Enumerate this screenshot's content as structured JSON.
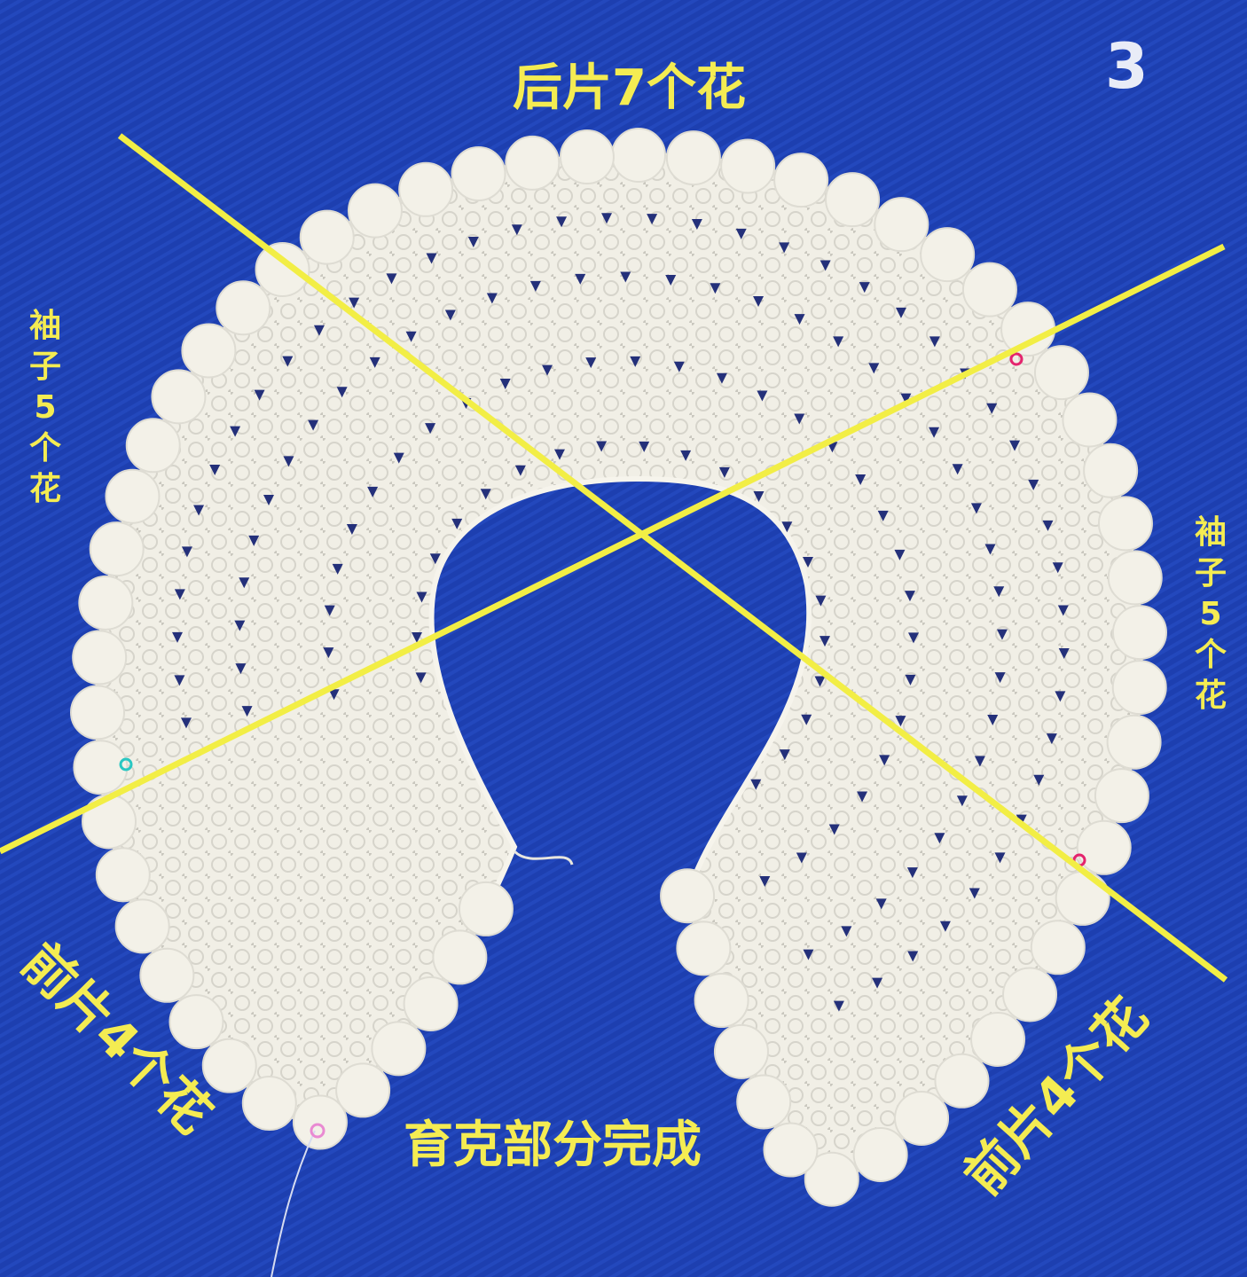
{
  "photo": {
    "page_number": "3",
    "back_piece": "后片7个花",
    "sleeve_left": [
      "袖",
      "子",
      "5",
      "个",
      "花"
    ],
    "sleeve_right": [
      "袖",
      "子",
      "5",
      "个",
      "花"
    ],
    "front_left": "前片4个花",
    "front_right": "前片4个花",
    "yoke_complete": "育克部分完成"
  },
  "colors": {
    "background": "#1d3fb0",
    "label": "#f4ec52",
    "divider_line": "#f2ee45",
    "crochet": "#f3f1e8",
    "page_number": "#e9ecf7"
  }
}
